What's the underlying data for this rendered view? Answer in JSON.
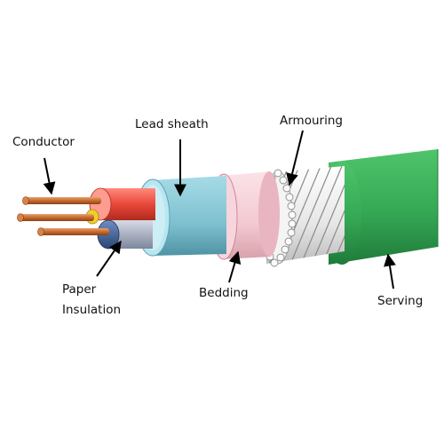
{
  "labels": {
    "conductor": "Conductor",
    "lead_sheath": "Lead sheath",
    "armouring": "Armouring",
    "paper": "Paper",
    "insulation": "Insulation",
    "bedding": "Bedding",
    "serving": "Serving"
  },
  "colors": {
    "serving": "#35a854",
    "serving_dark": "#1f7a3a",
    "armour": "#e9e9e9",
    "bedding": "#f3c9d1",
    "lead_sheath": "#7fc0cf",
    "lead_sheath_end": "#b9e6f0",
    "core_red": "#e8483a",
    "core_blue": "#3c5f94",
    "core_gray": "#9aa3b7",
    "filler": "#f2d027",
    "copper": "#c76a2e"
  }
}
